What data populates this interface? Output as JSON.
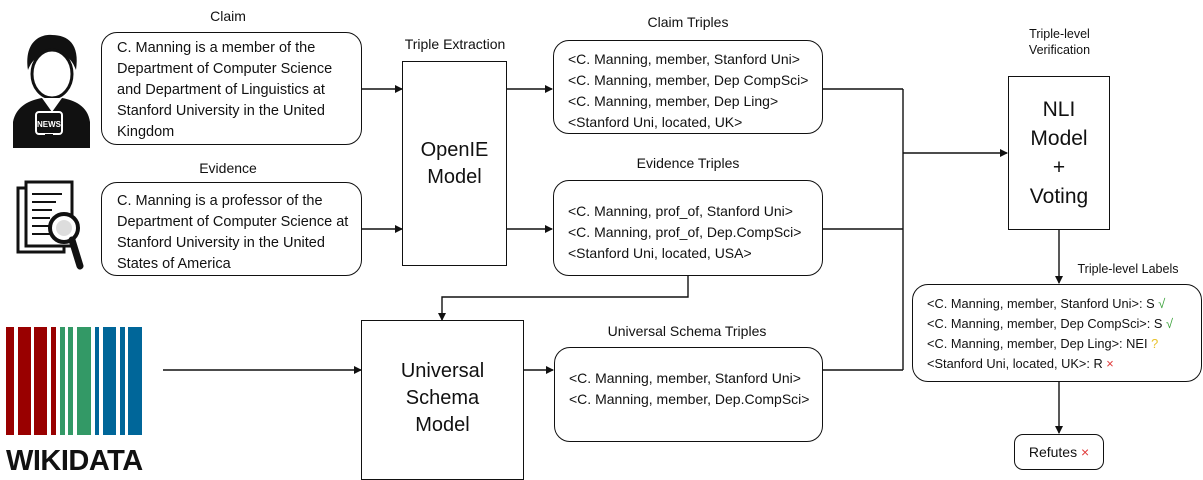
{
  "claim": {
    "label": "Claim",
    "lines": [
      "C. Manning is a member of the",
      "Department of Computer Science",
      "and Department of Linguistics at",
      "Stanford University in the United",
      "Kingdom"
    ]
  },
  "evidence": {
    "label": "Evidence",
    "lines": [
      "C. Manning is a professor of the",
      "Department of Computer Science at",
      "Stanford University in the United",
      "States of America"
    ]
  },
  "triple_extraction": {
    "label": "Triple Extraction",
    "model_lines": [
      "OpenIE",
      "Model"
    ]
  },
  "claim_triples": {
    "label": "Claim Triples",
    "items": [
      "<C. Manning, member, Stanford Uni>",
      "<C. Manning, member, Dep CompSci>",
      "<C. Manning, member, Dep Ling>",
      "<Stanford Uni, located, UK>"
    ]
  },
  "evidence_triples": {
    "label": "Evidence Triples",
    "items": [
      "<C. Manning, prof_of, Stanford Uni>",
      "<C. Manning, prof_of, Dep.CompSci>",
      "<Stanford Uni, located, USA>"
    ]
  },
  "universal_schema": {
    "model_lines": [
      "Universal",
      "Schema",
      "Model"
    ],
    "triples_label": "Universal Schema Triples",
    "items": [
      "<C. Manning, member, Stanford Uni>",
      "<C. Manning, member, Dep.CompSci>"
    ]
  },
  "verification": {
    "label_lines": [
      "Triple-level",
      "Verification"
    ],
    "model_lines": [
      "NLI",
      "Model",
      "+",
      "Voting"
    ]
  },
  "labels": {
    "title": "Triple-level Labels",
    "items": [
      {
        "text": "<C. Manning, member, Stanford Uni>: S",
        "mark": "√",
        "mark_type": "s"
      },
      {
        "text": "<C. Manning, member, Dep CompSci>: S",
        "mark": "√",
        "mark_type": "s"
      },
      {
        "text": "<C. Manning, member, Dep Ling>: NEI",
        "mark": "?",
        "mark_type": "nei"
      },
      {
        "text": "<Stanford Uni, located, UK>: R",
        "mark": "×",
        "mark_type": "r"
      }
    ]
  },
  "result": {
    "text": "Refutes",
    "mark": "×"
  },
  "wikidata": {
    "wordmark": "WIKIDATA",
    "bar_colors": [
      "#990000",
      "#339966",
      "#006699"
    ]
  },
  "icons": [
    "reporter-icon",
    "document-search-icon",
    "wikidata-logo"
  ]
}
